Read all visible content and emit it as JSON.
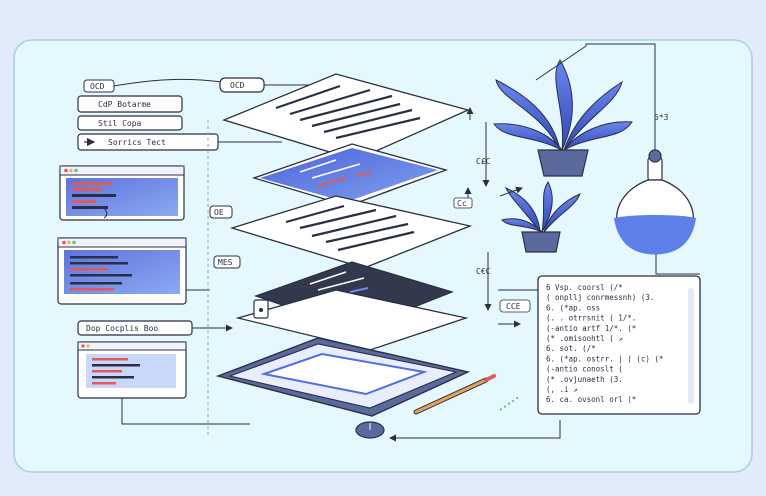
{
  "labels": {
    "top_tag": "OCD",
    "field_1": "CdP Botarme",
    "field_2": "Stil Copa",
    "field_3": "Sorrics Tect",
    "ctrl_label": "Dop Cocplis Boo",
    "mid_label_1": "OE",
    "mid_label_2": "MES",
    "right_label_1": "C£C",
    "right_label_2": "Cc",
    "right_label_3": "C€C",
    "right_label_4": "CCE",
    "plant_label": "5*3"
  },
  "code_lines": [
    "6  Vsp. coorsl (/*",
    "  ( onpllj conrmessnh)  (3.",
    "6.  (*ap. oss",
    "    (. . otrrsnit  (  1/*.",
    "    (-antio artf  1/*. (*",
    "    (* .omisoohtl  (  ↗",
    "6.  sot.  (/*",
    "6.  (*ap. ostrr. |  ( (c)  (*",
    "    (-antio  conoslt  (",
    "    (*  .ovjunaeth  (3.",
    "    (, .i  ↗",
    "6.  ca.  ovsonl  orl  (*"
  ],
  "colors": {
    "page": "#e2ebfa",
    "panel": "#e4f8fd",
    "accent_blue": "#4f6ee5",
    "dark_layer": "#33384d",
    "ink": "#2b2f45",
    "red": "#e05a5a"
  }
}
